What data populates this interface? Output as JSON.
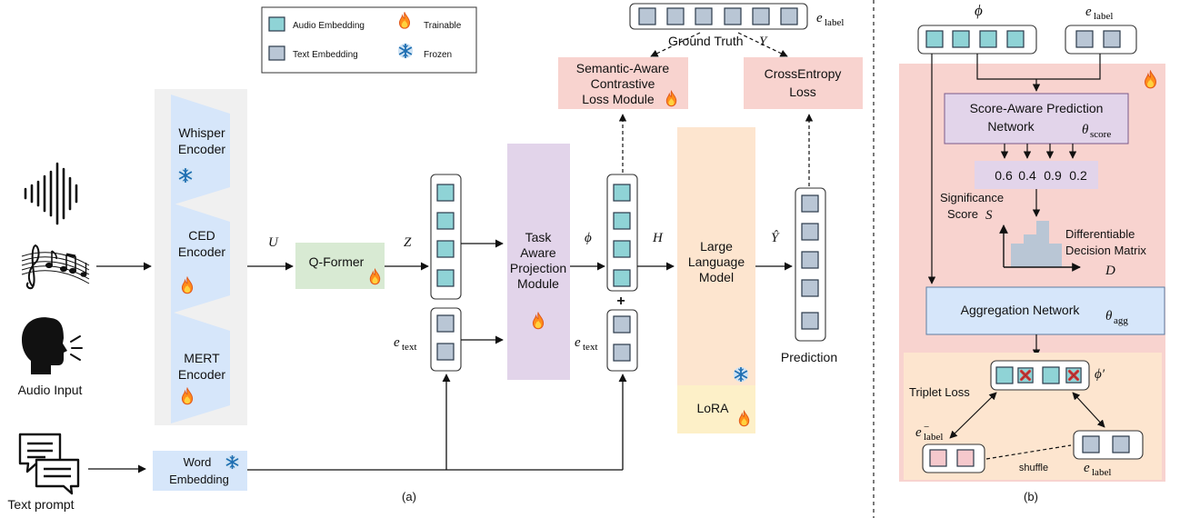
{
  "legend": {
    "audio_embedding": "Audio Embedding",
    "text_embedding": "Text Embedding",
    "trainable": "Trainable",
    "frozen": "Frozen"
  },
  "panel_a": {
    "inputs": {
      "audio_input": "Audio Input",
      "text_prompt": "Text prompt"
    },
    "encoders": {
      "whisper": [
        "Whisper",
        "Encoder"
      ],
      "ced": [
        "CED",
        "Encoder"
      ],
      "mert": [
        "MERT",
        "Encoder"
      ]
    },
    "qformer": "Q-Former",
    "word_embedding": [
      "Word",
      "Embedding"
    ],
    "task_aware": [
      "Task",
      "Aware",
      "Projection",
      "Module"
    ],
    "llm": [
      "Large",
      "Language",
      "Model"
    ],
    "lora": "LoRA",
    "semantic_module": [
      "Semantic-Aware",
      "Contrastive",
      "Loss Module"
    ],
    "ce_loss": [
      "CrossEntropy",
      "Loss"
    ],
    "ground_truth": "Ground Truth",
    "prediction": "Prediction",
    "plus": "+",
    "caption": "(a)",
    "symbols": {
      "U": "U",
      "Z": "Z",
      "phi": "ϕ",
      "H": "H",
      "Y": "Y",
      "Y_hat": "Ŷ",
      "e": "e",
      "text_sub": "text",
      "label_sub": "label"
    }
  },
  "panel_b": {
    "phi": "ϕ",
    "phi_prime": "ϕ′",
    "score_net": [
      "Score-Aware Prediction",
      "Network"
    ],
    "theta_score_sub": "score",
    "scores": [
      "0.6",
      "0.4",
      "0.9",
      "0.2"
    ],
    "significance": [
      "Significance",
      "Score"
    ],
    "S": "S",
    "decision": [
      "Differentiable",
      "Decision Matrix"
    ],
    "D": "D",
    "agg_net": "Aggregation Network",
    "theta_agg_sub": "agg",
    "triplet": "Triplet Loss",
    "shuffle": "shuffle",
    "minus": "−",
    "caption": "(b)"
  },
  "colors": {
    "audio": "#8fd3d6",
    "text": "#b9c6d5",
    "encoder_bg": "#f0f0f0",
    "encoder": "#d6e6fa",
    "qformer": "#d8ead3",
    "task": "#e2d4ea",
    "llm": "#fde5cf",
    "lora": "#fdf0c8",
    "loss": "#f8d3cf",
    "panel_b": "#f8d3cf",
    "score_net": "#e2d4ea",
    "agg_net": "#d6e6fa",
    "triplet": "#fde5cf",
    "neg_token": "#f5c8cc"
  },
  "icons": [
    "waveform-icon",
    "music-notes-icon",
    "speaking-head-icon",
    "chat-bubbles-icon",
    "fire-icon",
    "snowflake-icon",
    "cross-mark-icon"
  ]
}
